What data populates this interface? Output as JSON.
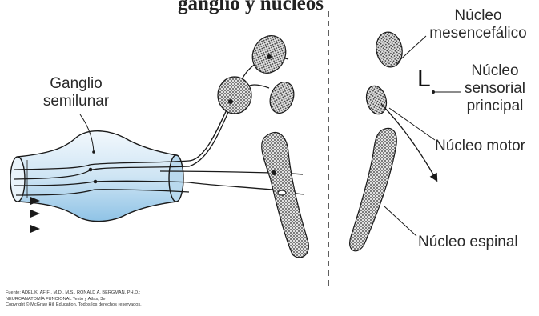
{
  "figure": {
    "title": "ganglio y núcleos",
    "labels": {
      "ganglion_line1": "Ganglio",
      "ganglion_line2": "semilunar",
      "mesencephalic_line1": "Núcleo",
      "mesencephalic_line2": "mesencefálico",
      "sensory_line1": "Núcleo",
      "sensory_line2": "sensorial",
      "sensory_line3": "principal",
      "motor": "Núcleo motor",
      "spinal": "Núcleo espinal",
      "principal_marker": "L"
    },
    "credit_lines": [
      "Fuente: ADEL K. AFIFI, M.D., M.S., RONALD A. BERGMAN, PH.D.:",
      "NEUROANATOMÍA FUNCIONAL Texto y Atlas, 3e",
      "Copyright © McGraw Hill Education. Todos los derechos reservados."
    ]
  },
  "colors": {
    "ganglion_fill_light": "#e8f3fb",
    "ganglion_fill_dark": "#9ccbe9",
    "nucleus_fill": "#d9d9d9",
    "stroke": "#1a1a1a"
  }
}
